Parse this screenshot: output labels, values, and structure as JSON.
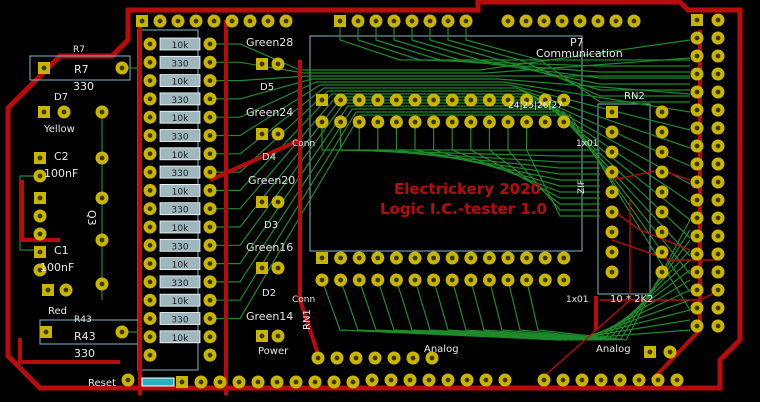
{
  "colors": {
    "background": "#000000",
    "copper_front": "#b80c0c",
    "copper_back": "#1e8a2a",
    "pad": "#c9b400",
    "silkscreen": "#e8e8e8",
    "courtyard": "#7fb8c8",
    "fab": "#3fa58a"
  },
  "board": {
    "title_line1": "Electrickery 2020",
    "title_line2": "Logic I.C.-tester 1.0"
  },
  "labels": {
    "r7": "R7",
    "r7_value": "R7",
    "r7_ohm": "330",
    "d7": "D7",
    "yellow": "Yellow",
    "c2": "C2",
    "c2_value": "100nF",
    "c1": "C1",
    "c1_value": "100nF",
    "q3": "Q3",
    "red": "Red",
    "r43": "R43",
    "r43_value": "R43",
    "r43_ohm": "330",
    "green28": "Green28",
    "d5": "D5",
    "green24": "Green24",
    "d4": "D4",
    "green20": "Green20",
    "d3": "D3",
    "green16": "Green16",
    "d2": "D2",
    "green14": "Green14",
    "power": "Power",
    "p7": "P7",
    "communication": "Communication",
    "rn2": "RN2",
    "rn1": "RN1",
    "analog_mid": "Analog",
    "analog_right": "Analog",
    "reset": "Reset",
    "zif": "ZIF",
    "pins_24_27": "24|25|26|27",
    "conn_top": "Conn",
    "conn_mid": "Conn",
    "x01_top": "1x01",
    "x01_mid": "1x01",
    "tenx2k2": "10 * 2K2"
  },
  "resistor_values": [
    "10k",
    "330",
    "10k",
    "330",
    "10k",
    "330",
    "10k",
    "330",
    "10k",
    "330",
    "10k",
    "330",
    "10k",
    "330",
    "10k",
    "330",
    "10k"
  ]
}
